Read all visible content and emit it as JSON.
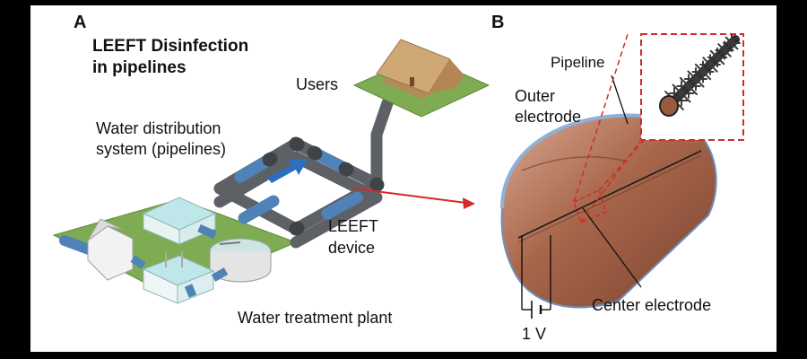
{
  "panel_a": {
    "letter": "A",
    "title_line1": "LEEFT Disinfection",
    "title_line2": "in pipelines",
    "users_label": "Users",
    "distribution_line1": "Water distribution",
    "distribution_line2": "system (pipelines)",
    "device_line1": "LEEFT",
    "device_line2": "device",
    "plant_label": "Water treatment plant"
  },
  "panel_b": {
    "letter": "B",
    "pipeline_label": "Pipeline",
    "outer_line1": "Outer",
    "outer_line2": "electrode",
    "center_label": "Center electrode",
    "voltage_label": "1 V"
  },
  "colors": {
    "pipe_gray": "#6b6f73",
    "pipe_blue": "#4f83b8",
    "grass": "#79a84b",
    "arrow_red": "#d42a2a",
    "copper": "#9a5a3e",
    "copper_light": "#c79078",
    "house_roof": "#c8a06e",
    "water": "#bfe6e8"
  },
  "icons": [
    "flow-arrow-icon",
    "callout-arrow-icon",
    "house-icon",
    "treatment-plant-icon",
    "pipe-electrode-icon",
    "nanowire-brush-icon"
  ]
}
